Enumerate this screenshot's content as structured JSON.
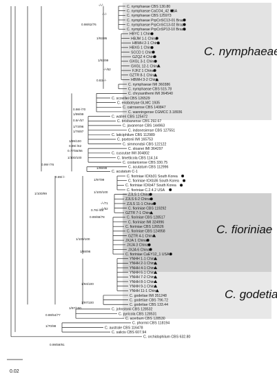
{
  "clades": {
    "nymphaeae": "C. nymphaeae",
    "fioriniae": "C. fioriniae",
    "godetiae": "C. godetiae"
  },
  "scale_label": "0.02",
  "taxa": [
    {
      "text": "C. nymphaeae CBS 130.80",
      "marker": "none"
    },
    {
      "text": "C. nymphaeae CaCO4_42 USA",
      "marker": "circle"
    },
    {
      "text": "C. nymphaeae CBS 125973",
      "marker": "none"
    },
    {
      "text": "C. nymphaeae PrpCnSC13-01 Brazil",
      "marker": "circle"
    },
    {
      "text": "C. nymphaeae PrpCnSC13-02 Brazil",
      "marker": "circle"
    },
    {
      "text": "C. nymphaeae PrpCnSP13-10 Brazil",
      "marker": "circle"
    },
    {
      "text": "HBYC 1 China",
      "marker": "circle"
    },
    {
      "text": "HBJM 1-1 China",
      "marker": "circle"
    },
    {
      "text": "HBWH 2-1 China",
      "marker": "circle"
    },
    {
      "text": "HBXG 1 China",
      "marker": "circle"
    },
    {
      "text": "SCCD 1 China",
      "marker": "circle"
    },
    {
      "text": "GZQZ 4 China",
      "marker": "circle"
    },
    {
      "text": "GXGL 3-1 China",
      "marker": "circle"
    },
    {
      "text": "GXGL 12-1 China",
      "marker": "triangle"
    },
    {
      "text": "FJFZ 1 China",
      "marker": "circle"
    },
    {
      "text": "GZTR 8-1 China",
      "marker": "triangle"
    },
    {
      "text": "HBWH 3-2 China",
      "marker": "triangle"
    },
    {
      "text": "C. nymphaeae IMI 360386",
      "marker": "none"
    },
    {
      "text": "C. nymphaeae CBS 515.78",
      "marker": "none"
    },
    {
      "text": "C. chrysanthemi IMI 364540",
      "marker": "none"
    },
    {
      "text": "C. scovillei CBS 126529",
      "marker": "none"
    },
    {
      "text": "C. eriobotryae GLMC 1935",
      "marker": "none"
    },
    {
      "text": "C. cairnsense CBS 140847",
      "marker": "none"
    },
    {
      "text": "C. wanningense CGMCC 3.18936",
      "marker": "none"
    },
    {
      "text": "C. walleri CBS 125472",
      "marker": "none"
    },
    {
      "text": "C. brisbanense CBS 292.67",
      "marker": "none"
    },
    {
      "text": "C. javanense CBS 144963",
      "marker": "none"
    },
    {
      "text": "C. indonesiense CBS 127551",
      "marker": "none"
    },
    {
      "text": "C. laticiphilum CBS 112989",
      "marker": "none"
    },
    {
      "text": "C. paxtonii IMI 165753",
      "marker": "none"
    },
    {
      "text": "C. simmondsii CBS 122122",
      "marker": "none"
    },
    {
      "text": "C. sloanei IMI 364297",
      "marker": "none"
    },
    {
      "text": "C. cuscutae IMI 304802",
      "marker": "none"
    },
    {
      "text": "C. limetticola CBS 114.14",
      "marker": "none"
    },
    {
      "text": "C. costaricense CBS 330.75",
      "marker": "none"
    },
    {
      "text": "C. acutatum CBS 112996",
      "marker": "none"
    },
    {
      "text": "C. acutatum C-1",
      "marker": "none"
    },
    {
      "text": "C. fioriniae ICKb31 South Korea",
      "marker": "circle"
    },
    {
      "text": "C. fioriniae ICKb36 South Korea",
      "marker": "circle"
    },
    {
      "text": "C. fioriniae ICKb47 South Korea",
      "marker": "circle"
    },
    {
      "text": "C. fioriniae C.2.4.2 USA",
      "marker": "circle"
    },
    {
      "text": "ZJLS 1 China",
      "marker": "circle"
    },
    {
      "text": "ZJLS 6-2 China",
      "marker": "circle"
    },
    {
      "text": "ZJLS 11-1 China",
      "marker": "circle"
    },
    {
      "text": "C. fioriniae CBS 119292",
      "marker": "none"
    },
    {
      "text": "GZTR 7-1 China",
      "marker": "triangle"
    },
    {
      "text": "C. fioriniae CBS 128517",
      "marker": "none"
    },
    {
      "text": "C. fioriniae IMI 324996",
      "marker": "none"
    },
    {
      "text": "C. fioriniae CBS 126526",
      "marker": "none"
    },
    {
      "text": "C. fioriniae CBS 124958",
      "marker": "none"
    },
    {
      "text": "GZTR 4-1 China",
      "marker": "triangle"
    },
    {
      "text": "JXJA 1 China",
      "marker": "circle"
    },
    {
      "text": "JXJA 3 China",
      "marker": "circle"
    },
    {
      "text": "JXJA 6 China",
      "marker": "circle"
    },
    {
      "text": "C. fioriniae CaEY12_1 USA",
      "marker": "circle"
    },
    {
      "text": "YNHH 1-1 China",
      "marker": "triangle"
    },
    {
      "text": "YNHH 2-1 China",
      "marker": "triangle"
    },
    {
      "text": "YNHH 4-1 China",
      "marker": "triangle"
    },
    {
      "text": "YNHH 6-1 China",
      "marker": "triangle"
    },
    {
      "text": "YNHH 7-2 China",
      "marker": "triangle"
    },
    {
      "text": "YNHH 8-1 China",
      "marker": "triangle"
    },
    {
      "text": "YNHH 9-1 China",
      "marker": "triangle"
    },
    {
      "text": "YNHH 11-1 China",
      "marker": "triangle"
    },
    {
      "text": "C. godetiae IMI 351248",
      "marker": "none"
    },
    {
      "text": "C. godetiae CBS 796.72",
      "marker": "none"
    },
    {
      "text": "C. godetiae CBS 133.44",
      "marker": "none"
    },
    {
      "text": "C. johnstonii CBS 128532",
      "marker": "none"
    },
    {
      "text": "C. pyricola CBS 128531",
      "marker": "none"
    },
    {
      "text": "C. acerbum CBS 128530",
      "marker": "none"
    },
    {
      "text": "C. phormii CBS 118194",
      "marker": "none"
    },
    {
      "text": "C. australe CBS 116478",
      "marker": "none"
    },
    {
      "text": "C. salicis CBS 607.94",
      "marker": "none"
    },
    {
      "text": "C. orchidophilum CBS 632.80",
      "marker": "none"
    }
  ],
  "supports": [
    "-/-/-",
    "-/-/-",
    "0.98/62/76",
    "1/92/95",
    "1/93/99",
    "-/-/62",
    "0.83/-/-",
    "0.98/-/70",
    "1/99/99",
    "0.9/-/57",
    "1/73/96",
    "1/78/87",
    "1/99/100",
    "0.89/-/62",
    "0.77/55/66",
    "1/100/100",
    "0.99/-/76",
    "1/99/99",
    "0.89/-/-",
    "1/97/99",
    "1/100/100",
    "-/-/71",
    "-/-/52",
    "1/100/99",
    "0.76/-/88",
    "0.89/68/78",
    "1/100/100",
    "1/88/96",
    "1/94/100",
    "1/97/100",
    "1/97/100",
    "0.88/54/77",
    "1/70/98",
    "0.99/59/91"
  ]
}
